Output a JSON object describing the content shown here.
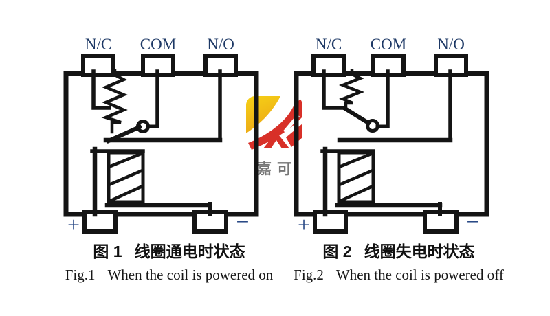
{
  "figures": [
    {
      "terminals": {
        "nc": "N/C",
        "com": "COM",
        "no": "N/O"
      },
      "polarity": {
        "plus": "+",
        "minus": "−"
      },
      "caption": {
        "cn_label": "图 1",
        "cn_text": "线圈通电时状态",
        "en_label": "Fig.1",
        "en_text": "When the coil is powered on"
      }
    },
    {
      "terminals": {
        "nc": "N/C",
        "com": "COM",
        "no": "N/O"
      },
      "polarity": {
        "plus": "+",
        "minus": "−"
      },
      "caption": {
        "cn_label": "图 2",
        "cn_text": "线圈失电时状态",
        "en_label": "Fig.2",
        "en_text": "When the coil is powered off"
      }
    }
  ],
  "watermark": {
    "text": "嘉可"
  },
  "colors": {
    "line": "#141414",
    "terminal_label": "#1d3865",
    "polarity": "#2a4a86",
    "watermark_yellow": "#f3c50a",
    "watermark_orange": "#eca40b",
    "watermark_red": "#d6251d",
    "watermark_text": "#6e6e6e",
    "background": "#ffffff"
  }
}
